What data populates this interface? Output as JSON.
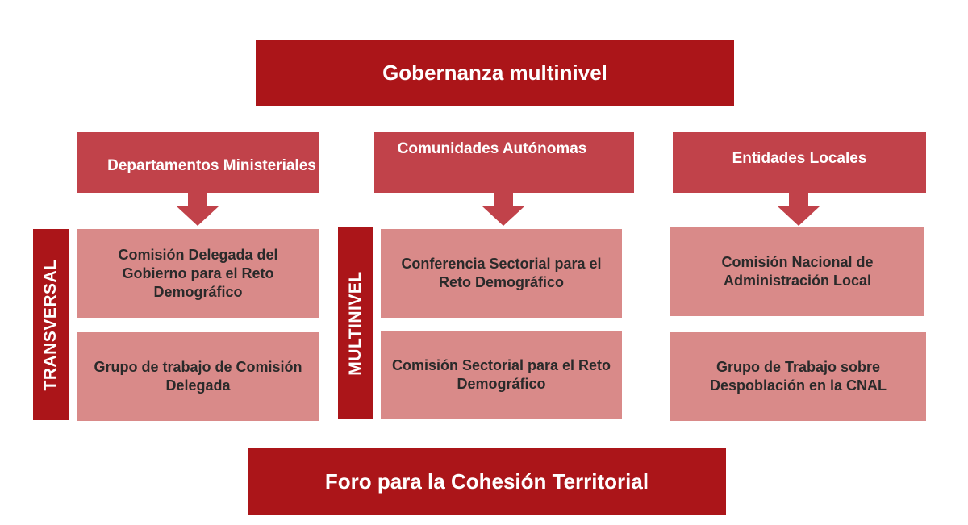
{
  "top_title": "Gobernanza multinivel",
  "bottom_title": "Foro para la Cohesión Territorial",
  "columns": [
    {
      "header": "Departamentos Ministeriales",
      "side_label": "TRANSVERSAL",
      "items": [
        "Comisión Delegada del Gobierno para el Reto Demográfico",
        "Grupo de trabajo de Comisión Delegada"
      ]
    },
    {
      "header": "Comunidades Autónomas",
      "side_label": "MULTINIVEL",
      "items": [
        "Conferencia Sectorial para el Reto Demográfico",
        "Comisión Sectorial para el Reto Demográfico"
      ]
    },
    {
      "header": "Entidades Locales",
      "items": [
        "Comisión Nacional de Administración Local",
        "Grupo de Trabajo sobre Despoblación en la CNAL"
      ]
    }
  ],
  "colors": {
    "title_red": "#ab1519",
    "header_red": "#c1424a",
    "item_pink": "#d98a89",
    "background": "#ffffff"
  }
}
